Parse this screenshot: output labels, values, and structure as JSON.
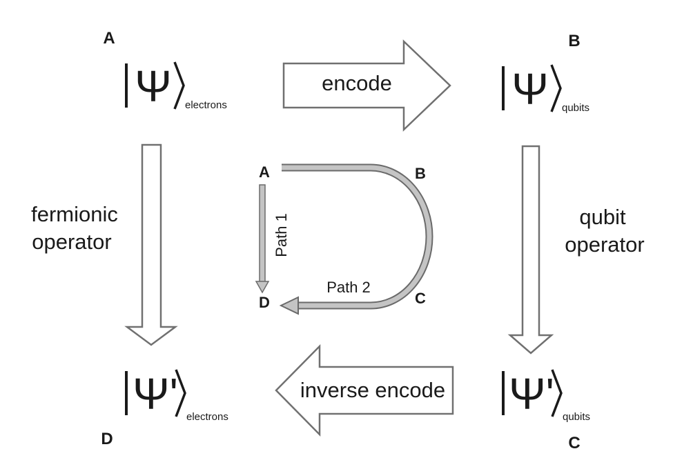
{
  "nodes": {
    "a": {
      "letter": "A",
      "psi": "Ψ",
      "subscript": "electrons"
    },
    "b": {
      "letter": "B",
      "psi": "Ψ",
      "subscript": "qubits"
    },
    "c": {
      "letter": "C",
      "psi": "Ψ'",
      "subscript": "qubits"
    },
    "d": {
      "letter": "D",
      "psi": "Ψ'",
      "subscript": "electrons"
    }
  },
  "arrows": {
    "encode": "encode",
    "inverse_encode": "inverse encode",
    "fermionic_operator": [
      "fermionic",
      "operator"
    ],
    "qubit_operator": [
      "qubit",
      "operator"
    ]
  },
  "paths": {
    "path1": "Path 1",
    "path2": "Path 2",
    "labels": {
      "a": "A",
      "b": "B",
      "c": "C",
      "d": "D"
    }
  },
  "colors": {
    "arrow_fill": "#ffffff",
    "arrow_stroke": "#707070",
    "path_fill": "#c4c4c4",
    "path_stroke": "#6a6a6a",
    "text": "#1a1a1a"
  }
}
